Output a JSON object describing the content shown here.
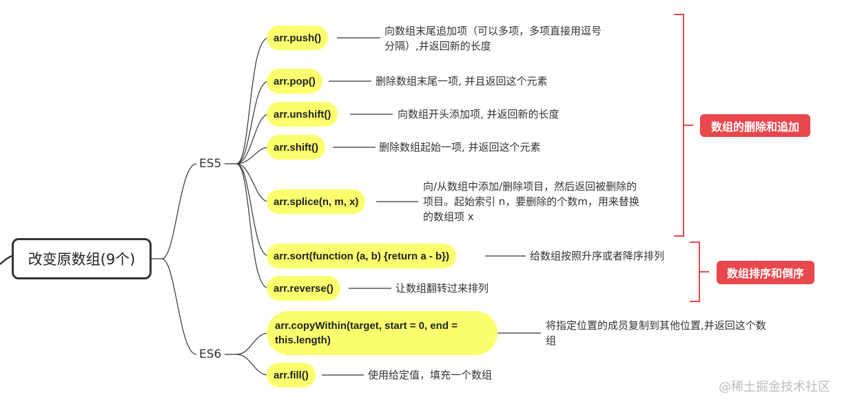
{
  "root": {
    "label": "改变原数组(9个)"
  },
  "branches": {
    "es5": "ES5",
    "es6": "ES6"
  },
  "methods": [
    {
      "name": "arr.push()",
      "desc": [
        "向数组末尾追加项（可以多项，多项直接用逗号",
        "分隔）,并返回新的长度"
      ]
    },
    {
      "name": "arr.pop()",
      "desc": [
        "删除数组末尾一项, 并且返回这个元素"
      ]
    },
    {
      "name": "arr.unshift()",
      "desc": [
        "向数组开头添加项, 并返回新的长度"
      ]
    },
    {
      "name": "arr.shift()",
      "desc": [
        "删除数组起始一项, 并返回这个元素"
      ]
    },
    {
      "name": "arr.splice(n, m, x)",
      "desc": [
        "向/从数组中添加/删除项目，然后返回被删除的",
        "项目。起始索引 n，要删除的个数m，用来替换",
        "的数组项 x"
      ]
    },
    {
      "name": "arr.sort(function (a, b) {return a - b})",
      "desc": [
        "给数组按照升序或者降序排列"
      ]
    },
    {
      "name": "arr.reverse()",
      "desc": [
        "让数组翻转过来排列"
      ]
    },
    {
      "name_lines": [
        "arr.copyWithin(target, start = 0, end =",
        "this.length)"
      ],
      "desc": [
        "将指定位置的成员复制到其他位置,并返回这个数",
        "组"
      ]
    },
    {
      "name": "arr.fill()",
      "desc": [
        "使用给定值，填充一个数组"
      ]
    }
  ],
  "tags": {
    "add_remove": "数组的删除和追加",
    "sort_reverse": "数组排序和倒序"
  },
  "colors": {
    "highlight": "#fbff6e",
    "tag": "#e8474d",
    "line": "#333333",
    "bracket": "#e8474d"
  },
  "watermark": "@稀土掘金技术社区"
}
